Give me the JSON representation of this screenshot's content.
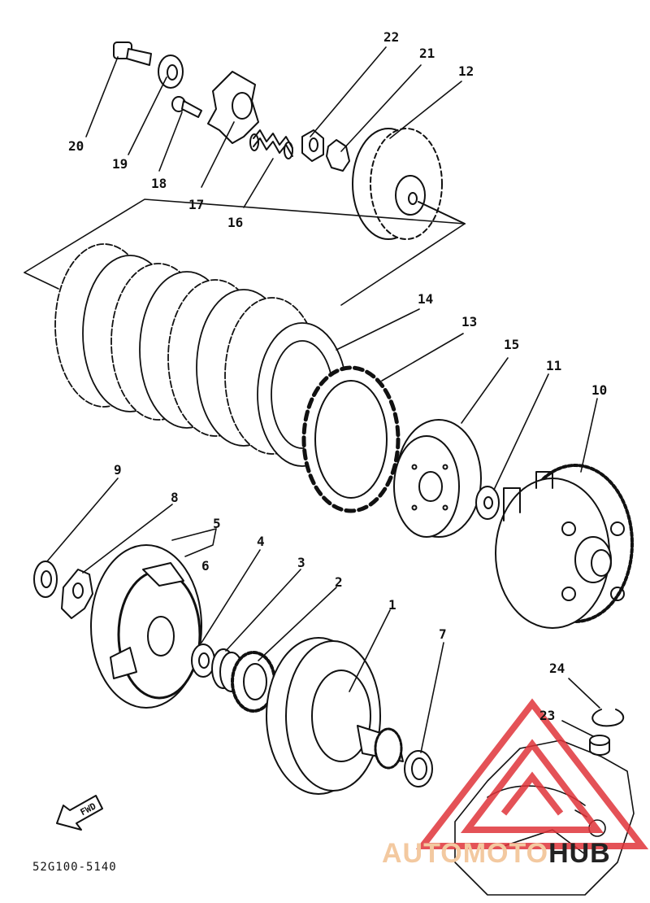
{
  "diagram": {
    "part_code": "52G100-5140",
    "fwd_label": "FWD",
    "watermark": {
      "part1": "AUTOMOTO",
      "part2": "HUB",
      "color1": "#f3c9a0",
      "color2": "#222222",
      "triangle_color": "#e0343a"
    },
    "callouts": [
      "1",
      "2",
      "3",
      "4",
      "5",
      "6",
      "7",
      "8",
      "9",
      "10",
      "11",
      "12",
      "13",
      "14",
      "15",
      "16",
      "17",
      "18",
      "19",
      "20",
      "21",
      "22",
      "23",
      "24"
    ]
  }
}
